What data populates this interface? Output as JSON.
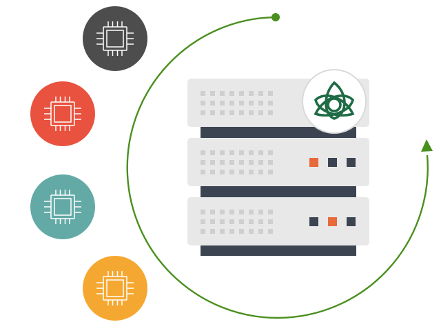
{
  "illustration": {
    "chips": [
      {
        "name": "chip-dark",
        "color": "#4d4d4d"
      },
      {
        "name": "chip-red",
        "color": "#e8523f"
      },
      {
        "name": "chip-teal",
        "color": "#63aaa6"
      },
      {
        "name": "chip-orange",
        "color": "#f5a831"
      }
    ],
    "cycle_arrow_color": "#4a8f1e",
    "server": {
      "panel_color": "#e8e8e8",
      "rail_color": "#3c4451",
      "vent_color": "#cfcfcf",
      "units": [
        {
          "leds": []
        },
        {
          "leds": [
            "#e8693a",
            "#3c4451",
            "#3c4451"
          ]
        },
        {
          "leds": [
            "#3c4451",
            "#e8693a",
            "#3c4451"
          ]
        }
      ]
    },
    "logo": {
      "color": "#1e6b45",
      "name": "trinity-knot-logo"
    }
  }
}
